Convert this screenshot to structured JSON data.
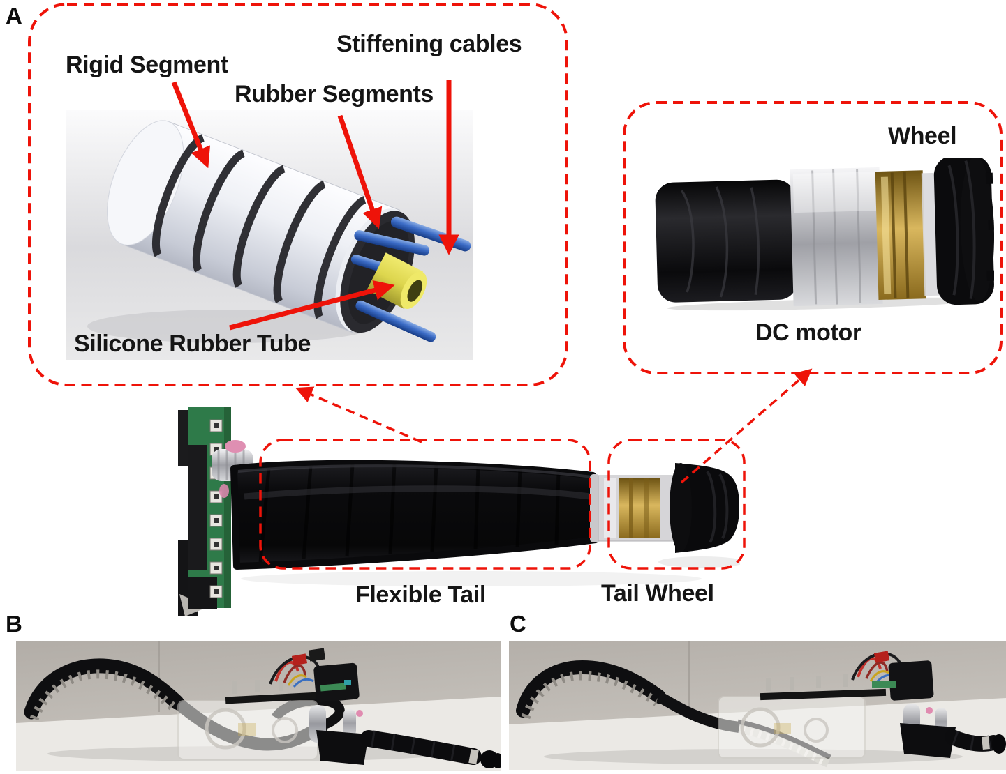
{
  "panel_a": {
    "label": "A",
    "cross_section_render": {
      "rigid_segment_label": "Rigid Segment",
      "rubber_segments_label": "Rubber Segments",
      "stiffening_cables_label": "Stiffening cables",
      "silicone_rubber_tube_label": "Silicone Rubber Tube"
    },
    "motor_detail_inset": {
      "wheel_label": "Wheel",
      "dc_motor_label": "DC motor"
    },
    "tail_assembly_photo": {
      "flexible_tail_label": "Flexible Tail",
      "tail_wheel_label": "Tail Wheel"
    }
  },
  "panel_b": {
    "label": "B"
  },
  "panel_c": {
    "label": "C"
  },
  "colors": {
    "annotation_red": "#ee1309",
    "stiffening_cable_blue": "#3c6cc6",
    "silicone_tube_yellow": "#e6df5a",
    "pcb_green": "#2e7a49",
    "motor_brass_gold": "#c9a84c"
  }
}
